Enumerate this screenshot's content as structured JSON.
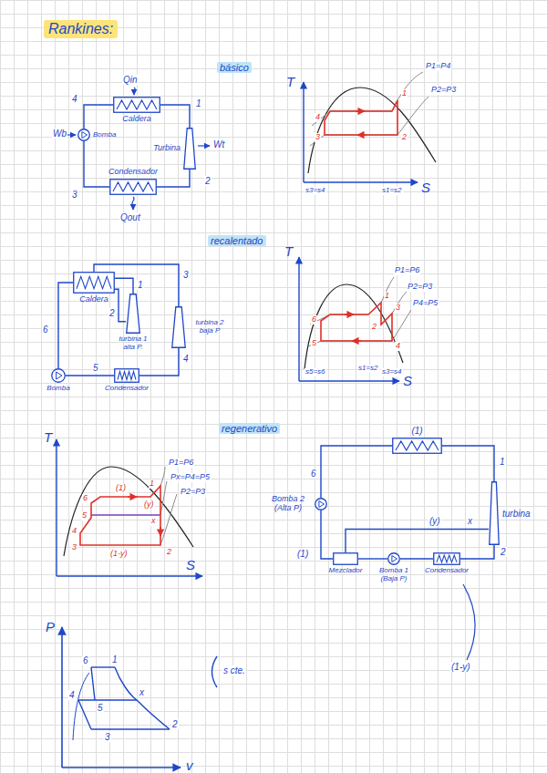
{
  "diagram": {
    "title": "Rankines:",
    "nodes": [
      {
        "text": [
          "Caldera"
        ]
      },
      {
        "text": [
          "Turbina"
        ]
      },
      {
        "text": [
          "Condensador"
        ]
      },
      {
        "text": [
          "Bomba"
        ]
      },
      {
        "text": [
          "Caldera"
        ]
      },
      {
        "text": [
          "turbina 1 alta P."
        ]
      },
      {
        "text": [
          "turbina 2 baja P"
        ]
      },
      {
        "text": [
          "Bomba"
        ]
      },
      {
        "text": [
          "Condensador"
        ]
      },
      {
        "text": [
          "(1)"
        ]
      },
      {
        "text": [
          "turbina"
        ]
      },
      {
        "text": [
          "Bomba 2 (Alta P)"
        ]
      },
      {
        "text": [
          "Mezclador"
        ]
      },
      {
        "text": [
          "Bomba 1 (Baja P)"
        ]
      },
      {
        "text": [
          "Condensador"
        ]
      }
    ],
    "edges": [
      {
        "from": 0,
        "to": 1,
        "arrow": "none"
      },
      {
        "from": 1,
        "to": 2,
        "arrow": "none"
      },
      {
        "from": 2,
        "to": 3,
        "arrow": "none"
      },
      {
        "from": 3,
        "to": 0,
        "arrow": "none"
      },
      {
        "from": 4,
        "to": 5,
        "arrow": "none"
      },
      {
        "from": 5,
        "to": 4,
        "arrow": "none"
      },
      {
        "from": 4,
        "to": 6,
        "arrow": "none"
      },
      {
        "from": 6,
        "to": 8,
        "arrow": "none"
      },
      {
        "from": 8,
        "to": 7,
        "arrow": "none"
      },
      {
        "from": 7,
        "to": 4,
        "arrow": "none"
      },
      {
        "from": 9,
        "to": 10,
        "arrow": "none"
      },
      {
        "from": 10,
        "to": 12,
        "arrow": "none"
      },
      {
        "from": 10,
        "to": 14,
        "arrow": "none"
      },
      {
        "from": 14,
        "to": 13,
        "arrow": "none"
      },
      {
        "from": 13,
        "to": 12,
        "arrow": "none"
      },
      {
        "from": 12,
        "to": 11,
        "arrow": "none"
      },
      {
        "from": 11,
        "to": 9,
        "arrow": "none"
      }
    ],
    "labels": [
      "básico",
      "Qin",
      "Wb",
      "Wt",
      "Qout",
      "1",
      "2",
      "3",
      "4",
      "T",
      "S",
      "P1=P4",
      "P2=P3",
      "s3=s4",
      "s1=s2",
      "1",
      "2",
      "3",
      "4",
      "recalentado",
      "1",
      "2",
      "3",
      "4",
      "5",
      "6",
      "T",
      "S",
      "P1=P6",
      "P2=P3",
      "P4=P5",
      "s5=s6",
      "s1=s2",
      "s3=s4",
      "1",
      "2",
      "3",
      "4",
      "5",
      "6",
      "regenerativo",
      "T",
      "S",
      "P1=P6",
      "Px=P4=P5",
      "P2=P3",
      "6",
      "5",
      "4",
      "3",
      "1",
      "x",
      "2",
      "(1)",
      "(y)",
      "(1-y)",
      "6",
      "1",
      "x",
      "(y)",
      "2",
      "(1)",
      "(1-y)",
      "P",
      "v",
      "6",
      "1",
      "4",
      "5",
      "x",
      "3",
      "2",
      "s cte."
    ]
  }
}
